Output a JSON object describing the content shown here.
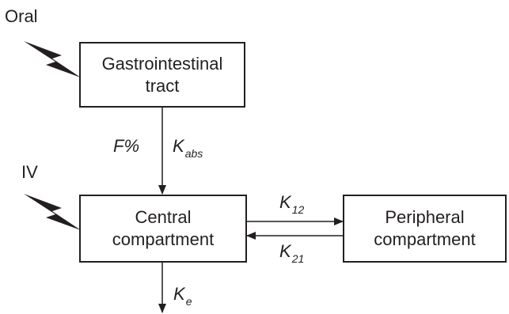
{
  "routes": {
    "oral": "Oral",
    "iv": "IV"
  },
  "compartments": {
    "gi": {
      "line1": "Gastrointestinal",
      "line2": "tract"
    },
    "central": {
      "line1": "Central",
      "line2": "compartment"
    },
    "peripheral": {
      "line1": "Peripheral",
      "line2": "compartment"
    }
  },
  "rates": {
    "bioavailability": "F%",
    "kabs": {
      "base": "K",
      "sub": "abs"
    },
    "k12": {
      "base": "K",
      "sub": "12"
    },
    "k21": {
      "base": "K",
      "sub": "21"
    },
    "ke": {
      "base": "K",
      "sub": "e"
    }
  },
  "icons": {
    "oral_dose": "lightning-bolt-icon",
    "iv_dose": "lightning-bolt-icon"
  },
  "colors": {
    "stroke": "#231f20",
    "background": "#ffffff"
  }
}
